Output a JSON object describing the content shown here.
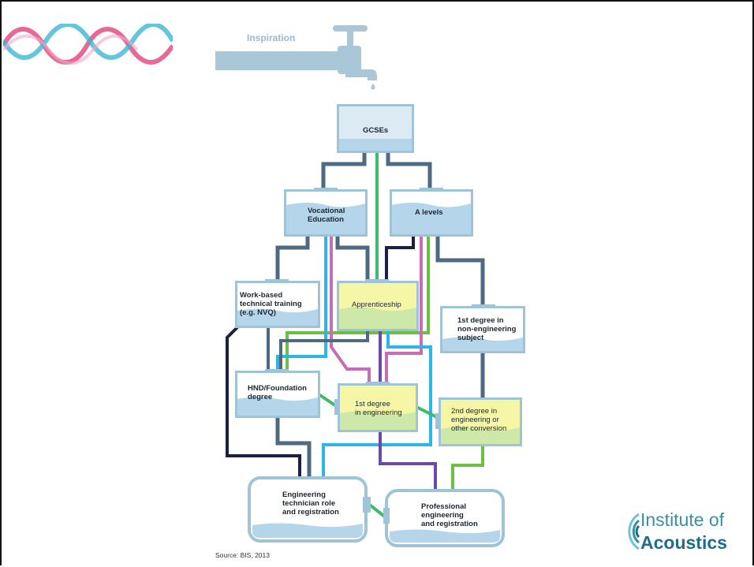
{
  "header": {
    "inspiration": "Inspiration"
  },
  "nodes": {
    "gcses": "GCSEs",
    "vocational": "Vocational\nEducation",
    "alevels": "A levels",
    "workbased": "Work-based\ntechnical training\n(e.g. NVQ)",
    "apprenticeship": "Apprenticeship",
    "firstnon": "1st degree in\nnon-engineering\nsubject",
    "hnd": "HND/Foundation\ndegree",
    "firsteng": "1st degree\nin engineering",
    "seconddeg": "2nd degree in\nengineering or\nother conversion",
    "technician": "Engineering\ntechnician role\nand registration",
    "professional": "Professional\nengineering\nand registration"
  },
  "footer": {
    "source": "Source: BIS, 2013"
  },
  "logo": {
    "line1": "Institute of",
    "line2": "Acoustics"
  },
  "colors": {
    "tank_border": "#9fc4d8",
    "tank_fill": "#dceaf3",
    "water": "#b5d6ea",
    "highlight": "#f6f7a6",
    "highlight_water": "#cde8a8",
    "pipe_slate": "#4d6a82",
    "pipe_green": "#3dba6a",
    "pipe_cyan": "#2bb6e6",
    "pipe_pink": "#c86bb8",
    "pipe_navy": "#1c2144",
    "pipe_purple": "#6a4aa5",
    "pipe_lime": "#6cbf44"
  }
}
